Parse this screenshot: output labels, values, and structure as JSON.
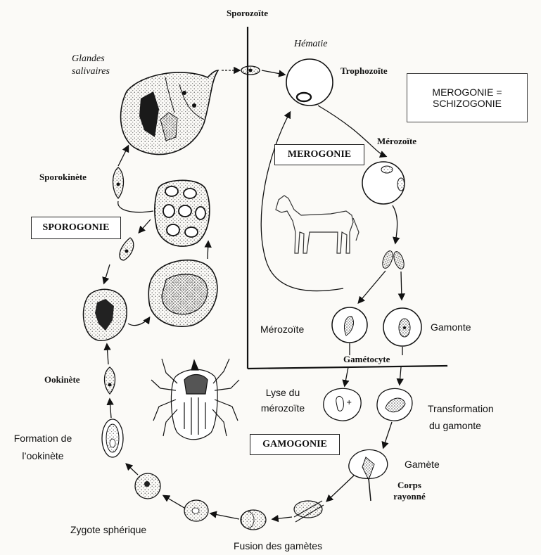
{
  "labels": {
    "sporozoite": "Sporozoïte",
    "hematie": "Hématie",
    "trophozoite": "Trophozoïte",
    "glandes_line1": "Glandes",
    "glandes_line2": "salivaires",
    "merozoite_top": "Mérozoïte",
    "merogonie": "MEROGONIE",
    "sporokinete": "Sporokinète",
    "sporogonie": "SPOROGONIE",
    "merozoite_bottom": "Mérozoïte",
    "gamonte": "Gamonte",
    "gametocyte": "Gamétocyte",
    "ookinete": "Ookinète",
    "lyse_line1": "Lyse du",
    "lyse_line2": "mérozoïte",
    "transformation_line1": "Transformation",
    "transformation_line2": "du gamonte",
    "formation_line1": "Formation de",
    "formation_line2": "l’ookinète",
    "gamogonie": "GAMOGONIE",
    "gamete": "Gamète",
    "corps_line1": "Corps",
    "corps_line2": "rayonné",
    "zygote": "Zygote sphérique",
    "fusion": "Fusion des gamètes"
  },
  "annotation": {
    "line1": "MEROGONIE  =",
    "line2": "SCHIZOGONIE"
  }
}
